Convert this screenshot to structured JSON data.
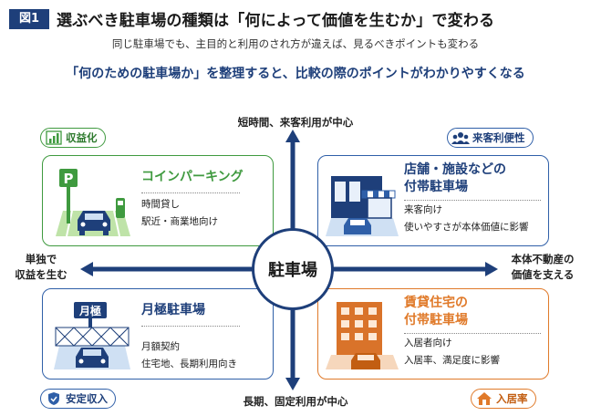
{
  "header": {
    "badge": "図1",
    "title": "選ぶべき駐車場の種類は「何によって価値を生むか」で変わる",
    "subtitle": "同じ駐車場でも、主目的と利用のされ方が違えば、見るべきポイントも変わる",
    "lead": "「何のための駐車場か」を整理すると、比較の際のポイントがわかりやすくなる"
  },
  "axes": {
    "top": "短時間、来客利用が中心",
    "bottom": "長期、固定利用が中心",
    "left": [
      "単独で",
      "収益を生む"
    ],
    "right": [
      "本体不動産の",
      "価値を支える"
    ]
  },
  "center": "駐車場",
  "quadrants": {
    "top_left": {
      "title": [
        "コインパーキング"
      ],
      "desc": [
        "時間貸し",
        "駅近・商業地向け"
      ],
      "sign": "P"
    },
    "top_right": {
      "title": [
        "店舗・施設などの",
        "付帯駐車場"
      ],
      "desc": [
        "来客向け",
        "使いやすさが本体価値に影響"
      ]
    },
    "bottom_left": {
      "title": [
        "月極駐車場"
      ],
      "desc": [
        "月額契約",
        "住宅地、長期利用向き"
      ],
      "sign": "月極"
    },
    "bottom_right": {
      "title": [
        "賃貸住宅の",
        "付帯駐車場"
      ],
      "desc": [
        "入居者向け",
        "入居率、満足度に影響"
      ]
    }
  },
  "tags": {
    "top_left": {
      "label": "収益化",
      "icon": "bar-chart-icon"
    },
    "top_right": {
      "label": "来客利便性",
      "icon": "people-icon"
    },
    "bottom_left": {
      "label": "安定収入",
      "icon": "shield-icon"
    },
    "bottom_right": {
      "label": "入居率",
      "icon": "house-icon"
    }
  },
  "colors": {
    "navy": "#1e3f7a",
    "green": "#3f9a3f",
    "blue": "#2f5fa8",
    "orange": "#e07a2a"
  }
}
